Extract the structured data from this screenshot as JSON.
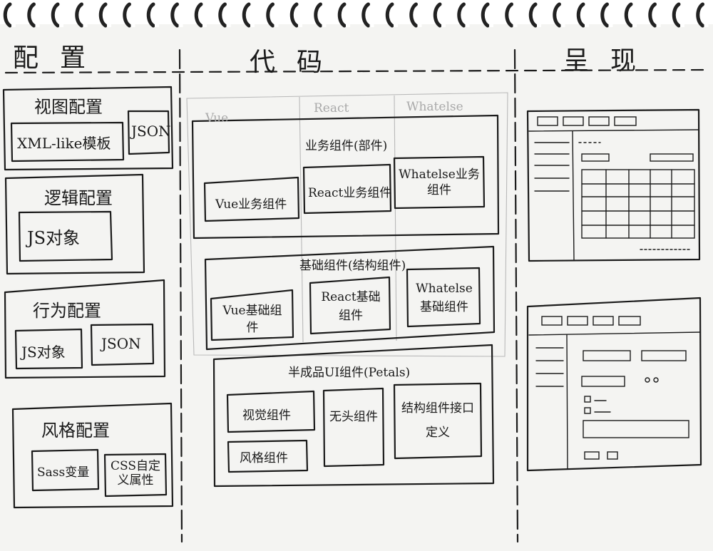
{
  "columns": {
    "config": "配置",
    "code": "代码",
    "render": "呈现"
  },
  "config": {
    "view": {
      "title": "视图配置",
      "items": [
        "XML-like模板",
        "JSON"
      ]
    },
    "logic": {
      "title": "逻辑配置",
      "items": [
        "JS对象"
      ]
    },
    "behavior": {
      "title": "行为配置",
      "items": [
        "JS对象",
        "JSON"
      ]
    },
    "style": {
      "title": "风格配置",
      "items": [
        "Sass变量",
        "CSS自定义属性"
      ]
    }
  },
  "code": {
    "frameworks": [
      "Vue",
      "React",
      "Whatelse"
    ],
    "business": {
      "title": "业务组件(部件)",
      "items": [
        "Vue业务组件",
        "React业务组件",
        "Whatelse业务组件"
      ]
    },
    "base": {
      "title": "基础组件(结构组件)",
      "items": [
        "Vue基础组件",
        "React基础组件",
        "Whatelse基础组件"
      ]
    },
    "petals": {
      "title": "半成品UI组件(Petals)",
      "items": [
        "视觉组件",
        "风格组件",
        "无头组件",
        "结构组件接口定义"
      ]
    }
  }
}
